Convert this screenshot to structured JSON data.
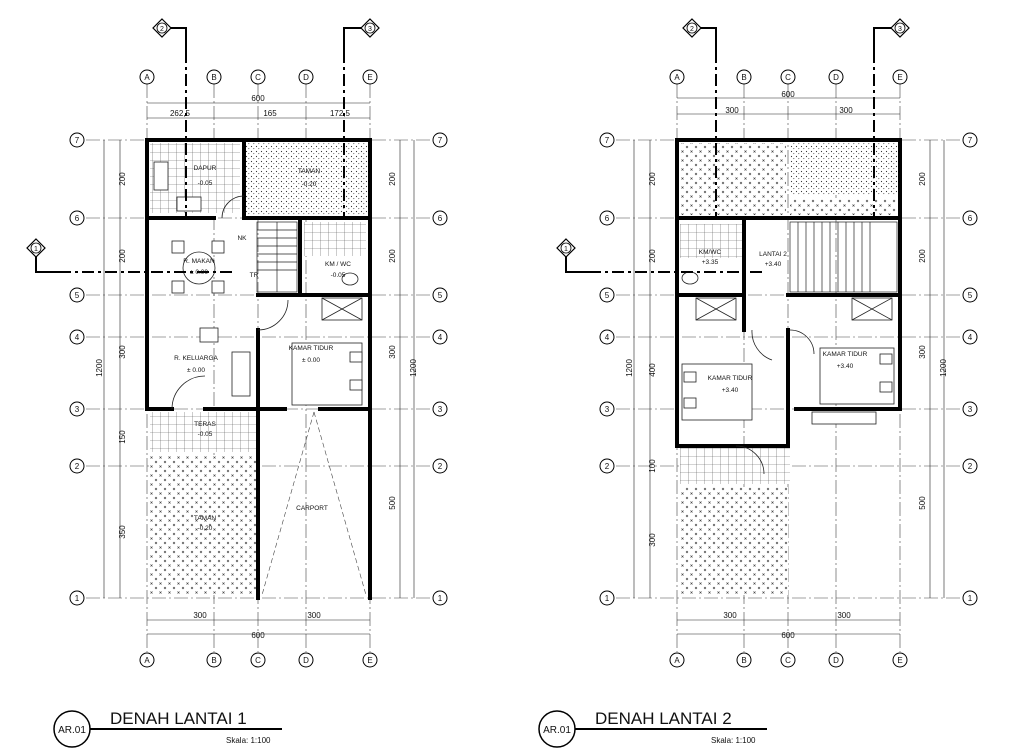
{
  "plans": [
    {
      "id": "lantai1",
      "title": "DENAH LANTAI 1",
      "scale": "Skala: 1:100",
      "sheet_code": "AR.01",
      "section_markers": [
        "1",
        "2",
        "3"
      ],
      "axis_cols": [
        "A",
        "B",
        "C",
        "D",
        "E"
      ],
      "axis_rows": [
        "7",
        "6",
        "5",
        "4",
        "3",
        "2",
        "1"
      ],
      "dims_top_total": "600",
      "dims_top_parts": [
        "262,5",
        "165",
        "172,5"
      ],
      "dims_bottom_parts": [
        "300",
        "300"
      ],
      "dims_bottom_total": "600",
      "dims_left": [
        "200",
        "200",
        "300",
        "150",
        "350"
      ],
      "dims_left_total": "1200",
      "dims_right": [
        "200",
        "200",
        "300",
        "500"
      ],
      "dims_right_total": "1200",
      "rooms": [
        {
          "name": "DAPUR",
          "level": "-0.05"
        },
        {
          "name": "TAMAN",
          "level": "-0.20"
        },
        {
          "name": "NK",
          "level": ""
        },
        {
          "name": "KM / WC",
          "level": "-0.05"
        },
        {
          "name": "R. MAKAN",
          "level": "± 0.00"
        },
        {
          "name": "TR",
          "level": ""
        },
        {
          "name": "R. KELUARGA",
          "level": "± 0.00"
        },
        {
          "name": "KAMAR TIDUR",
          "level": "± 0.00"
        },
        {
          "name": "TERAS",
          "level": "-0.05"
        },
        {
          "name": "TAMAN",
          "level": "-0.20"
        },
        {
          "name": "CARPORT",
          "level": ""
        }
      ]
    },
    {
      "id": "lantai2",
      "title": "DENAH LANTAI 2",
      "scale": "Skala: 1:100",
      "sheet_code": "AR.01",
      "section_markers": [
        "1",
        "2",
        "3"
      ],
      "axis_cols": [
        "A",
        "B",
        "C",
        "D",
        "E"
      ],
      "axis_rows": [
        "7",
        "6",
        "5",
        "4",
        "3",
        "2",
        "1"
      ],
      "dims_top_total": "600",
      "dims_top_parts": [
        "300",
        "300"
      ],
      "dims_bottom_parts": [
        "300",
        "300"
      ],
      "dims_bottom_total": "600",
      "dims_left": [
        "200",
        "200",
        "400",
        "100",
        "300"
      ],
      "dims_left_total": "1200",
      "dims_right": [
        "200",
        "200",
        "300",
        "500"
      ],
      "dims_right_total": "1200",
      "rooms": [
        {
          "name": "KM/WC",
          "level": "+3.35"
        },
        {
          "name": "LANTAI 2",
          "level": "+3.40"
        },
        {
          "name": "KAMAR TIDUR",
          "level": "+3.40"
        },
        {
          "name": "KAMAR TIDUR",
          "level": "+3.40"
        }
      ]
    }
  ],
  "colors": {
    "line": "#111111",
    "wall": "#000000",
    "grid": "#333333"
  }
}
